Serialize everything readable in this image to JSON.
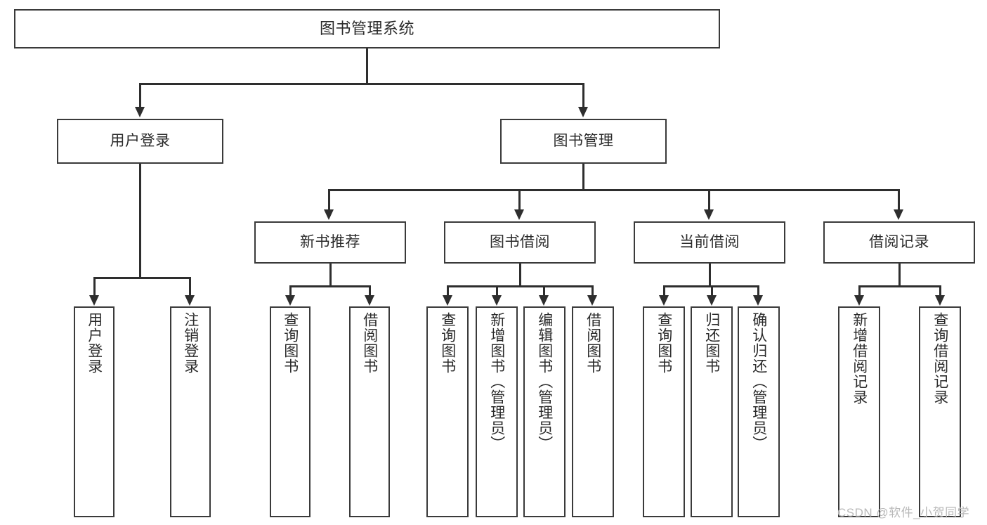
{
  "diagram": {
    "title": "图书管理系统",
    "type": "hierarchy-tree",
    "root": {
      "label": "图书管理系统"
    },
    "level2": [
      {
        "label": "用户登录"
      },
      {
        "label": "图书管理"
      }
    ],
    "level3": [
      {
        "label": "新书推荐"
      },
      {
        "label": "图书借阅"
      },
      {
        "label": "当前借阅"
      },
      {
        "label": "借阅记录"
      }
    ],
    "leaves": {
      "user_login": [
        {
          "label": "用户登录"
        },
        {
          "label": "注销登录"
        }
      ],
      "new_book_recommend": [
        {
          "label": "查询图书"
        },
        {
          "label": "借阅图书"
        }
      ],
      "book_borrow": [
        {
          "label": "查询图书"
        },
        {
          "label": "新增图书（管理员）"
        },
        {
          "label": "编辑图书（管理员）"
        },
        {
          "label": "借阅图书"
        }
      ],
      "current_borrow": [
        {
          "label": "查询图书"
        },
        {
          "label": "归还图书"
        },
        {
          "label": "确认归还（管理员）"
        }
      ],
      "borrow_record": [
        {
          "label": "新增借阅记录"
        },
        {
          "label": "查询借阅记录"
        }
      ]
    }
  },
  "watermark": {
    "text": "CSDN @软件_小贺同学"
  },
  "colors": {
    "border": "#3a3a3a",
    "connector": "#2e2e2e",
    "text": "#2b2b2b",
    "background": "#ffffff",
    "watermark": "#b9b9b9"
  }
}
